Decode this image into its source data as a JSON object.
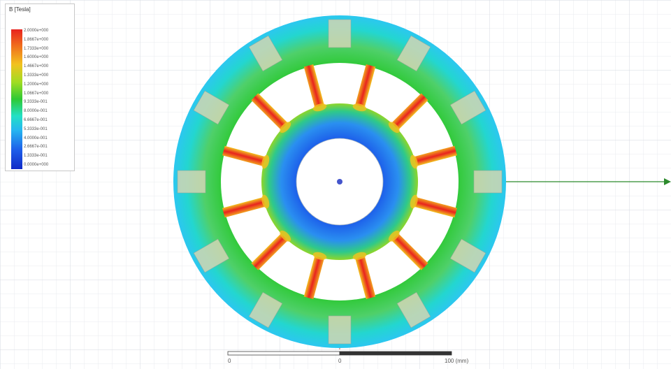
{
  "legend": {
    "title": "B [Tesla]",
    "values": [
      "2.0000e+000",
      "1.8667e+000",
      "1.7333e+000",
      "1.6000e+000",
      "1.4667e+000",
      "1.3333e+000",
      "1.2000e+000",
      "1.0667e+000",
      "9.3333e-001",
      "8.0000e-001",
      "6.6667e-001",
      "5.3333e-001",
      "4.0000e-001",
      "2.6667e-001",
      "1.3333e-001",
      "0.0000e+000"
    ]
  },
  "scale_bar": {
    "left": "0",
    "mid": "0",
    "right": "100 (mm)"
  },
  "colors": {
    "low": "#1029c7",
    "mid_low": "#26b7f0",
    "mid": "#2ec935",
    "mid_high": "#f2c21f",
    "high": "#e8231f",
    "magnet": "#d2d6b4",
    "grid": "#e3e6ea",
    "axis": "#2c8a2c"
  },
  "icons": {
    "axis_arrow": "arrow-right-icon",
    "origin": "origin-dot-icon"
  }
}
